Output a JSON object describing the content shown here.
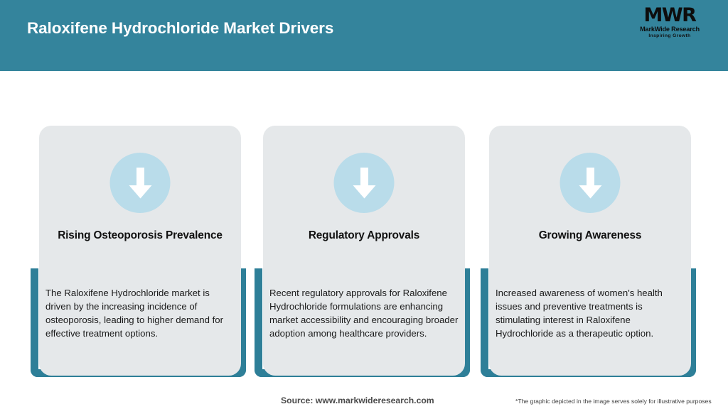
{
  "header": {
    "title": "Raloxifene Hydrochloride Market Drivers",
    "background_color": "#34849c",
    "logo": {
      "mark": "MWR",
      "name": "MarkWide Research",
      "tagline": "Inspiring Growth"
    }
  },
  "theme": {
    "teal": "#2e7f98",
    "card_bg": "#e5e8ea",
    "icon_circle": "#b9dcea",
    "page_bg": "#ffffff"
  },
  "cards": [
    {
      "icon": "arrow-down-icon",
      "title": "Rising Osteoporosis Prevalence",
      "body": "The Raloxifene Hydrochloride market is driven by the increasing incidence of osteoporosis, leading to higher demand for effective treatment options."
    },
    {
      "icon": "arrow-down-icon",
      "title": "Regulatory Approvals",
      "body": "Recent regulatory approvals for Raloxifene Hydrochloride formulations are enhancing market accessibility and encouraging broader adoption among healthcare providers."
    },
    {
      "icon": "arrow-down-icon",
      "title": "Growing Awareness",
      "body": "Increased awareness of women's health issues and preventive treatments is stimulating interest in Raloxifene Hydrochloride as a therapeutic option."
    }
  ],
  "footer": {
    "source": "Source: www.markwideresearch.com",
    "disclaimer": "*The graphic depicted in the image serves solely for illustrative purposes"
  }
}
